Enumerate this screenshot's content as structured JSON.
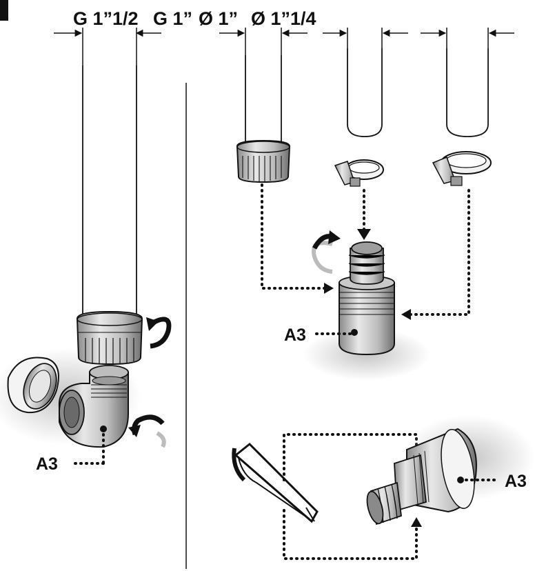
{
  "dimensions": {
    "labels": [
      "G 1”1/2",
      "G 1”",
      "Ø 1”",
      "Ø 1”1/4"
    ]
  },
  "callouts": {
    "left_elbow": "A3",
    "center_adapter": "A3",
    "bottom_adapter": "A3"
  },
  "icons": [
    "pipe",
    "threaded-nut",
    "hose-clamp",
    "rotate-arrow",
    "elbow-fitting",
    "cap",
    "stepped-hose-adapter",
    "hacksaw"
  ],
  "colors": {
    "ink": "#111111",
    "shadow": "#cfcfcf",
    "fill": "#d8d8d8"
  }
}
